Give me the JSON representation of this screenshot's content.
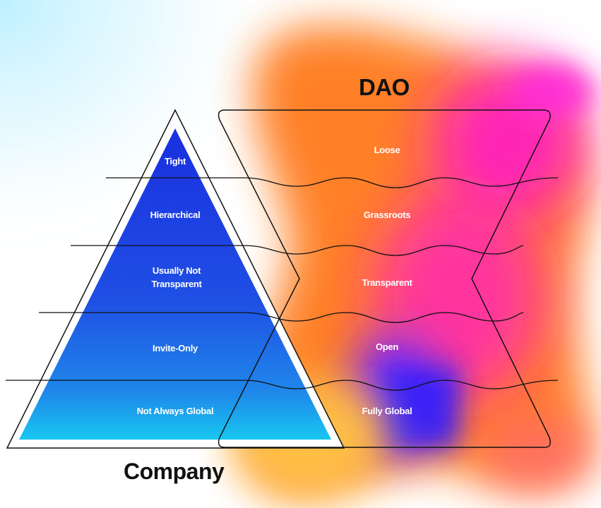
{
  "titles": {
    "dao": "DAO",
    "company": "Company"
  },
  "company": {
    "tiers": [
      {
        "line1": "Tight",
        "line2": ""
      },
      {
        "line1": "Hierarchical",
        "line2": ""
      },
      {
        "line1": "Usually Not",
        "line2": "Transparent"
      },
      {
        "line1": "Invite-Only",
        "line2": ""
      },
      {
        "line1": "Not Always Global",
        "line2": ""
      }
    ]
  },
  "dao": {
    "tiers": [
      {
        "label": "Loose"
      },
      {
        "label": "Grassroots"
      },
      {
        "label": "Transparent"
      },
      {
        "label": "Open"
      },
      {
        "label": "Fully Global"
      }
    ]
  },
  "colors": {
    "pyramid_top": "#1a2fe0",
    "pyramid_bottom": "#18c7f0",
    "blob_orange": "#ff7a1a",
    "blob_magenta": "#ff19d0",
    "blob_purple": "#7b2cff",
    "blob_yellow": "#ffc247",
    "corner_cyan": "#c7f2ff"
  }
}
